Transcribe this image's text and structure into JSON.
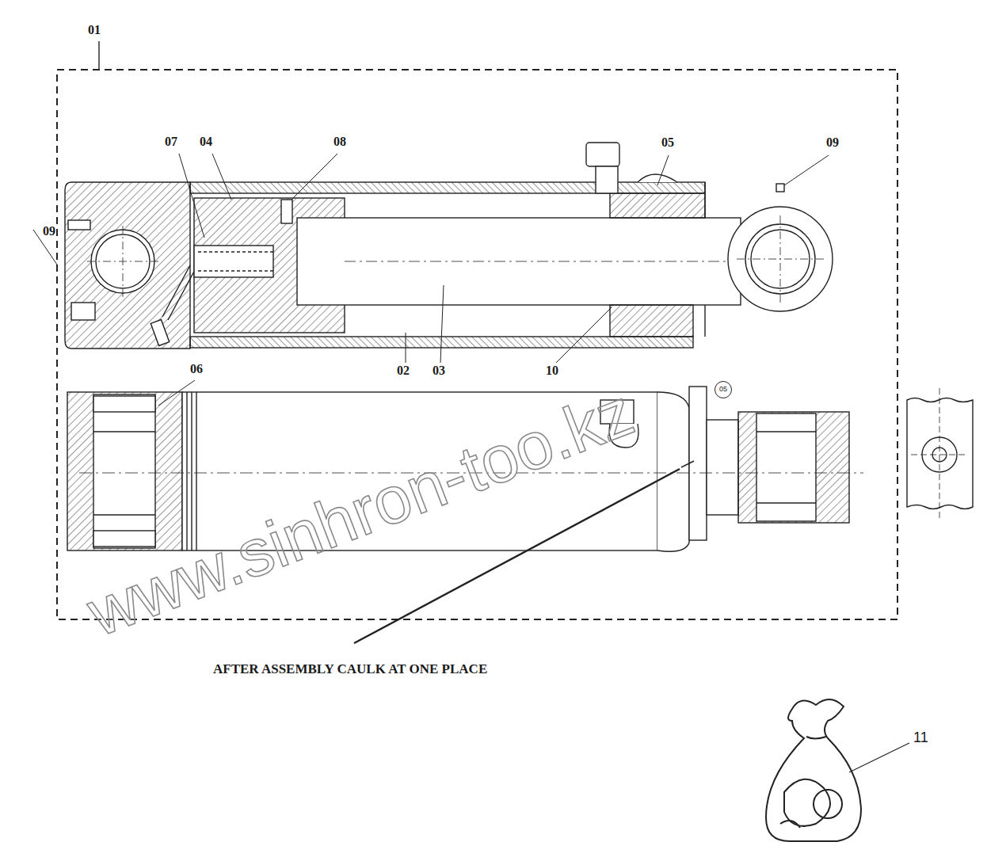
{
  "diagram": {
    "nodes": [
      {
        "text": [
          "05"
        ]
      }
    ],
    "labels": [
      "01",
      "07",
      "04",
      "08",
      "05",
      "09",
      "09",
      "06",
      "02",
      "03",
      "10",
      "AFTER ASSEMBLY CAULK AT ONE PLACE",
      "11",
      "www.sinhron-too.kz"
    ]
  }
}
